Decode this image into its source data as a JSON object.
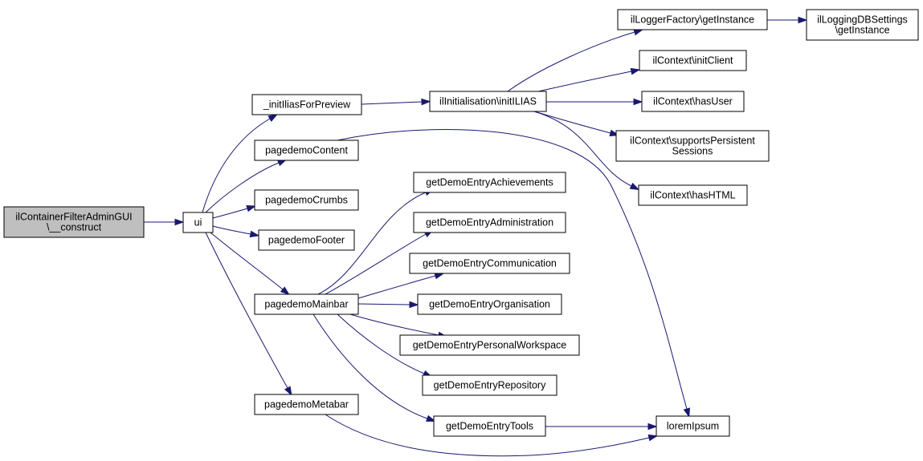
{
  "diagram": {
    "type": "call-graph",
    "colors": {
      "edge": "#191970",
      "root_fill": "#bfbfbf",
      "node_fill": "#ffffff",
      "node_border": "#000000"
    },
    "nodes": [
      {
        "id": "root",
        "lines": [
          "ilContainerFilterAdminGUI",
          "\\__construct"
        ],
        "root": true
      },
      {
        "id": "ui",
        "lines": [
          "ui"
        ]
      },
      {
        "id": "initIlias",
        "lines": [
          "_initIliasForPreview"
        ]
      },
      {
        "id": "pdContent",
        "lines": [
          "pagedemoContent"
        ]
      },
      {
        "id": "pdCrumbs",
        "lines": [
          "pagedemoCrumbs"
        ]
      },
      {
        "id": "pdFooter",
        "lines": [
          "pagedemoFooter"
        ]
      },
      {
        "id": "pdMainbar",
        "lines": [
          "pagedemoMainbar"
        ]
      },
      {
        "id": "pdMetabar",
        "lines": [
          "pagedemoMetabar"
        ]
      },
      {
        "id": "ilInit",
        "lines": [
          "ilInitialisation\\initILIAS"
        ]
      },
      {
        "id": "loggerFactory",
        "lines": [
          "ilLoggerFactory\\getInstance"
        ]
      },
      {
        "id": "loggingDB",
        "lines": [
          "ilLoggingDBSettings",
          "\\getInstance"
        ]
      },
      {
        "id": "initClient",
        "lines": [
          "ilContext\\initClient"
        ]
      },
      {
        "id": "hasUser",
        "lines": [
          "ilContext\\hasUser"
        ]
      },
      {
        "id": "supportsPS",
        "lines": [
          "ilContext\\supportsPersistent",
          "Sessions"
        ]
      },
      {
        "id": "hasHTML",
        "lines": [
          "ilContext\\hasHTML"
        ]
      },
      {
        "id": "gAch",
        "lines": [
          "getDemoEntryAchievements"
        ]
      },
      {
        "id": "gAdm",
        "lines": [
          "getDemoEntryAdministration"
        ]
      },
      {
        "id": "gCom",
        "lines": [
          "getDemoEntryCommunication"
        ]
      },
      {
        "id": "gOrg",
        "lines": [
          "getDemoEntryOrganisation"
        ]
      },
      {
        "id": "gPW",
        "lines": [
          "getDemoEntryPersonalWorkspace"
        ]
      },
      {
        "id": "gRep",
        "lines": [
          "getDemoEntryRepository"
        ]
      },
      {
        "id": "gTools",
        "lines": [
          "getDemoEntryTools"
        ]
      },
      {
        "id": "lorem",
        "lines": [
          "loremIpsum"
        ]
      }
    ],
    "edges": [
      {
        "from": "root",
        "to": "ui"
      },
      {
        "from": "ui",
        "to": "initIlias"
      },
      {
        "from": "ui",
        "to": "pdContent"
      },
      {
        "from": "ui",
        "to": "pdCrumbs"
      },
      {
        "from": "ui",
        "to": "pdFooter"
      },
      {
        "from": "ui",
        "to": "pdMainbar"
      },
      {
        "from": "ui",
        "to": "pdMetabar"
      },
      {
        "from": "initIlias",
        "to": "ilInit"
      },
      {
        "from": "ilInit",
        "to": "loggerFactory"
      },
      {
        "from": "ilInit",
        "to": "initClient"
      },
      {
        "from": "ilInit",
        "to": "hasUser"
      },
      {
        "from": "ilInit",
        "to": "supportsPS"
      },
      {
        "from": "ilInit",
        "to": "hasHTML"
      },
      {
        "from": "loggerFactory",
        "to": "loggingDB"
      },
      {
        "from": "pdContent",
        "to": "lorem"
      },
      {
        "from": "pdMainbar",
        "to": "gAch"
      },
      {
        "from": "pdMainbar",
        "to": "gAdm"
      },
      {
        "from": "pdMainbar",
        "to": "gCom"
      },
      {
        "from": "pdMainbar",
        "to": "gOrg"
      },
      {
        "from": "pdMainbar",
        "to": "gPW"
      },
      {
        "from": "pdMainbar",
        "to": "gRep"
      },
      {
        "from": "pdMainbar",
        "to": "gTools"
      },
      {
        "from": "gTools",
        "to": "lorem"
      },
      {
        "from": "pdMetabar",
        "to": "lorem"
      }
    ]
  }
}
